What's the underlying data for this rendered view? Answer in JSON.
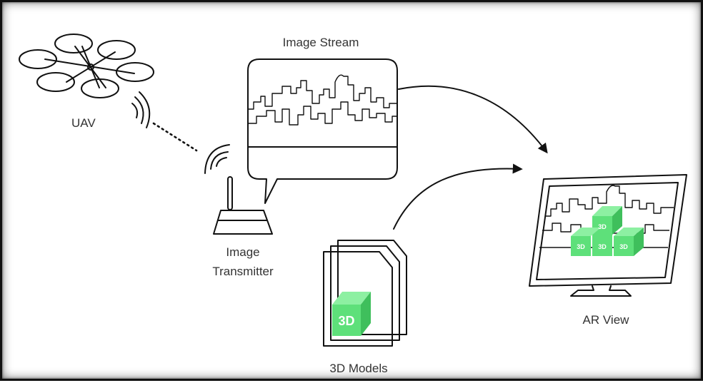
{
  "labels": {
    "uav": "UAV",
    "image_stream": "Image Stream",
    "image_transmitter_line1": "Image",
    "image_transmitter_line2": "Transmitter",
    "models": "3D Models",
    "ar_view": "AR View"
  },
  "cube_labels": {
    "model_cube": "3D",
    "ar_cube": "3D"
  },
  "colors": {
    "line": "#111111",
    "green": "#5ee07a",
    "green_dark": "#3fbf5c",
    "green_light": "#8df0a2"
  }
}
